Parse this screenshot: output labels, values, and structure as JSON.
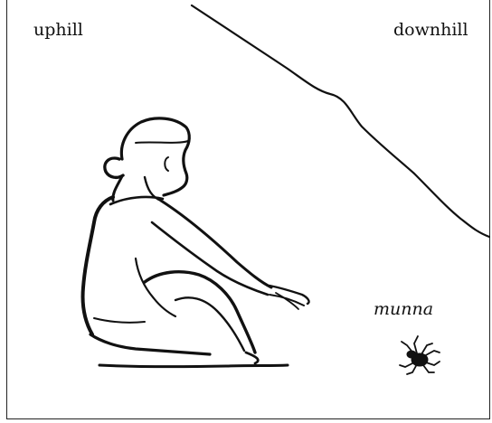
{
  "labels": {
    "uphill": "uphill",
    "downhill": "downhill",
    "spider_name": "munna"
  },
  "icons": {
    "person": "crouching-person-icon",
    "spider": "spider-icon",
    "hill": "hill-slope-line"
  },
  "colors": {
    "ink": "#111111",
    "background": "#ffffff"
  }
}
